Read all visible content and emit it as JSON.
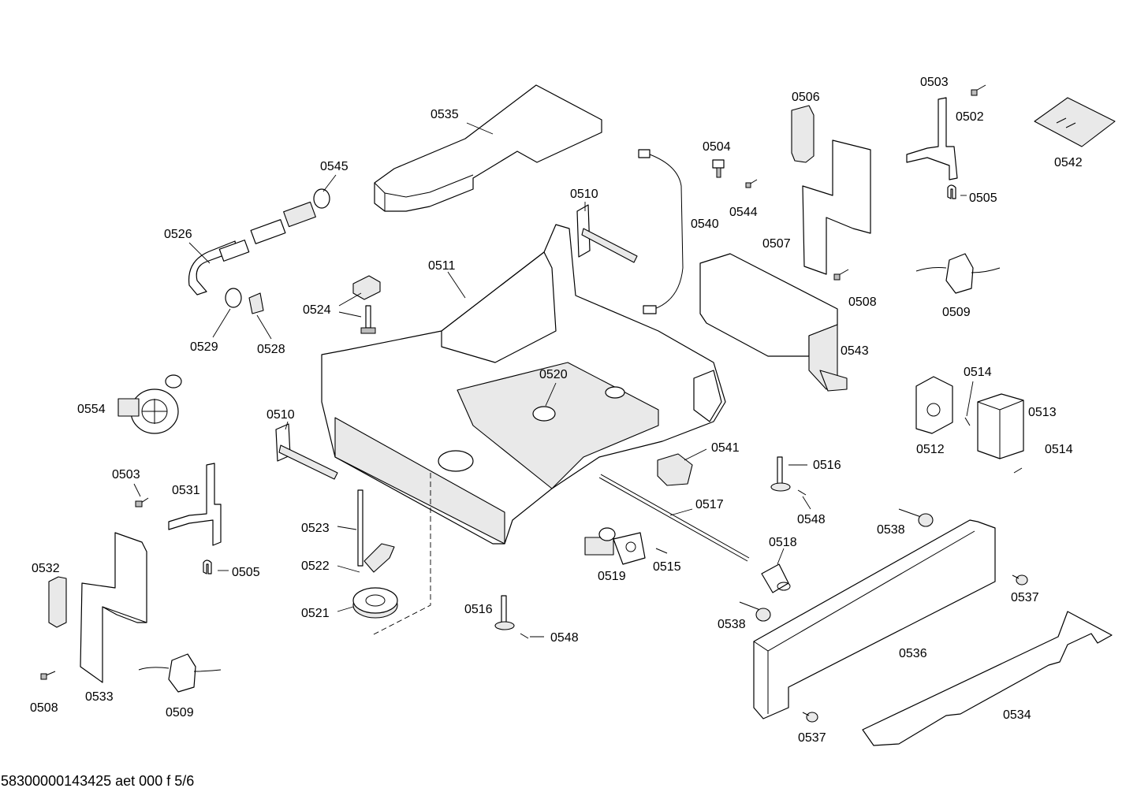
{
  "document_id": "58300000143425 aet 000 f 5/6",
  "callouts": {
    "c0535": "0535",
    "c0545": "0545",
    "c0526": "0526",
    "c0529": "0529",
    "c0528": "0528",
    "c0524": "0524",
    "c0510a": "0510",
    "c0511": "0511",
    "c0554": "0554",
    "c0510b": "0510",
    "c0503a": "0503",
    "c0531": "0531",
    "c0532": "0532",
    "c0505a": "0505",
    "c0533": "0533",
    "c0508a": "0508",
    "c0509a": "0509",
    "c0523": "0523",
    "c0522": "0522",
    "c0521": "0521",
    "c0520": "0520",
    "c0504": "0504",
    "c0544": "0544",
    "c0540": "0540",
    "c0506": "0506",
    "c0507": "0507",
    "c0508b": "0508",
    "c0543": "0543",
    "c0503b": "0503",
    "c0502": "0502",
    "c0542": "0542",
    "c0505b": "0505",
    "c0509b": "0509",
    "c0514a": "0514",
    "c0513": "0513",
    "c0512": "0512",
    "c0514b": "0514",
    "c0541": "0541",
    "c0516a": "0516",
    "c0548a": "0548",
    "c0517": "0517",
    "c0519": "0519",
    "c0515": "0515",
    "c0518": "0518",
    "c0538a": "0538",
    "c0538b": "0538",
    "c0537a": "0537",
    "c0536": "0536",
    "c0537b": "0537",
    "c0534": "0534",
    "c0516b": "0516",
    "c0548b": "0548"
  }
}
